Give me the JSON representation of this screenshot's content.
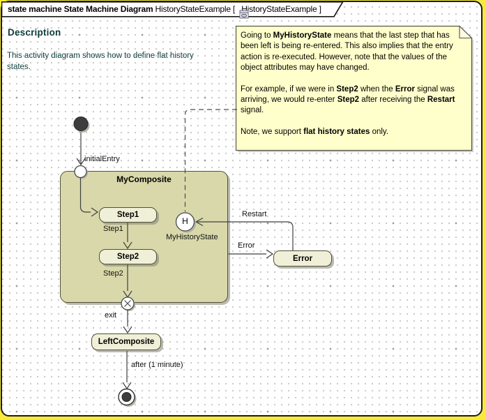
{
  "frame": {
    "title_bold": "state machine State Machine Diagram",
    "title_mid": " HistoryStateExample [ ",
    "title_ref": "HistoryStateExample ]"
  },
  "description": {
    "heading": "Description",
    "body": "This activity diagram shows how to define flat history states."
  },
  "note": {
    "paragraphs": [
      [
        {
          "t": "Going to "
        },
        {
          "t": "MyHistoryState",
          "b": true
        },
        {
          "t": " means that the last step that has been left is being re-entered. This also implies that the entry action is re-executed. However, note that the values of the object attributes may have changed."
        }
      ],
      [
        {
          "t": "For example, if we were in "
        },
        {
          "t": "Step2",
          "b": true
        },
        {
          "t": " when the "
        },
        {
          "t": "Error",
          "b": true
        },
        {
          "t": " signal was arriving, we would re-enter "
        },
        {
          "t": "Step2",
          "b": true
        },
        {
          "t": " after receiving the "
        },
        {
          "t": "Restart",
          "b": true
        },
        {
          "t": " signal."
        }
      ],
      [
        {
          "t": "Note, we support "
        },
        {
          "t": "flat history states",
          "b": true
        },
        {
          "t": " only."
        }
      ]
    ]
  },
  "diagram": {
    "states": {
      "composite": "MyComposite",
      "step1": "Step1",
      "step2": "Step2",
      "error": "Error",
      "left_composite": "LeftComposite"
    },
    "history": {
      "glyph": "H",
      "name": "MyHistoryState"
    },
    "transitions": {
      "initial_entry": "initialEntry",
      "step1": "Step1",
      "step2": "Step2",
      "exit": "exit",
      "after": "after (1 minute)",
      "restart": "Restart",
      "error": "Error"
    }
  },
  "colors": {
    "composite_fill": "#d8d8aa",
    "state_fill": "#f0f0d8",
    "note_fill": "#ffffcc",
    "canvas_edge": "#f9e93c",
    "frame_outline": "#1b1b1b",
    "description_text": "#0d3c3c",
    "line": "#3f3f3f"
  }
}
